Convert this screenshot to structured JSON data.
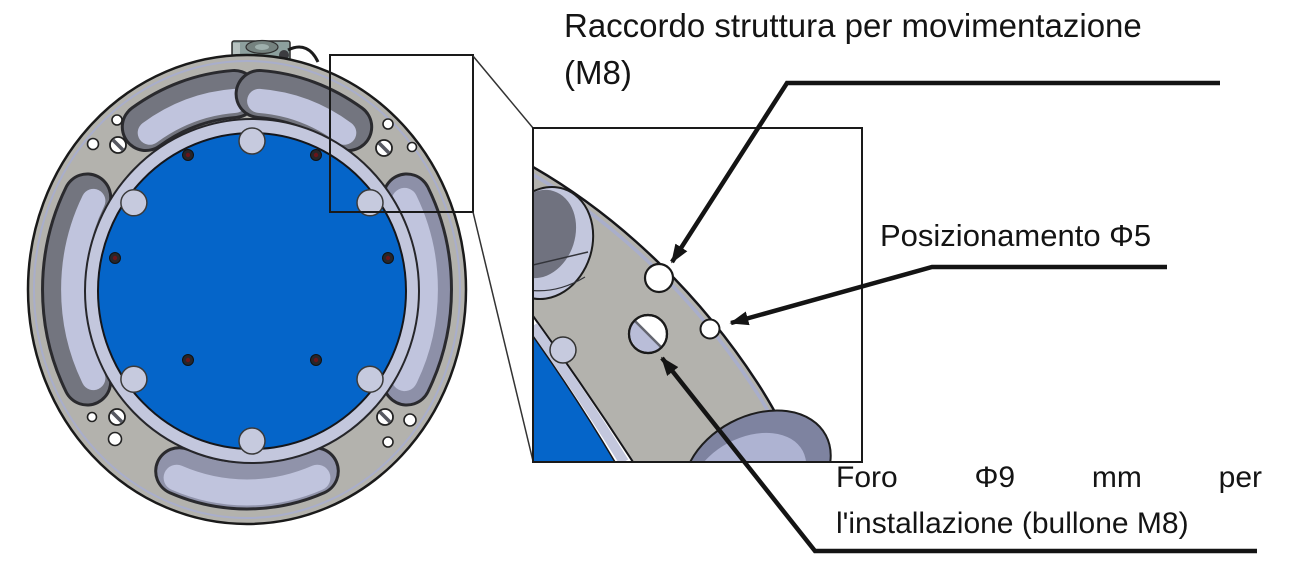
{
  "diagram": {
    "type": "technical-callout-diagram",
    "labels": {
      "raccordo": {
        "line1": "Raccordo struttura per movimentazione",
        "line2": "(M8)"
      },
      "posizionamento": {
        "text": "Posizionamento Φ5"
      },
      "foro": {
        "w1": "Foro",
        "w2": "Φ9",
        "w3": "mm",
        "w4": "per",
        "line2": "l'installazione (bullone M8)"
      }
    },
    "colors": {
      "background": "#ffffff",
      "part_blue": "#0565c9",
      "ring_gray": "#b3b2ad",
      "slot_dark": "#73757f",
      "slot_light": "#c0c4dd",
      "lip_lavender": "#c3c7dd",
      "line_black": "#141414"
    }
  }
}
